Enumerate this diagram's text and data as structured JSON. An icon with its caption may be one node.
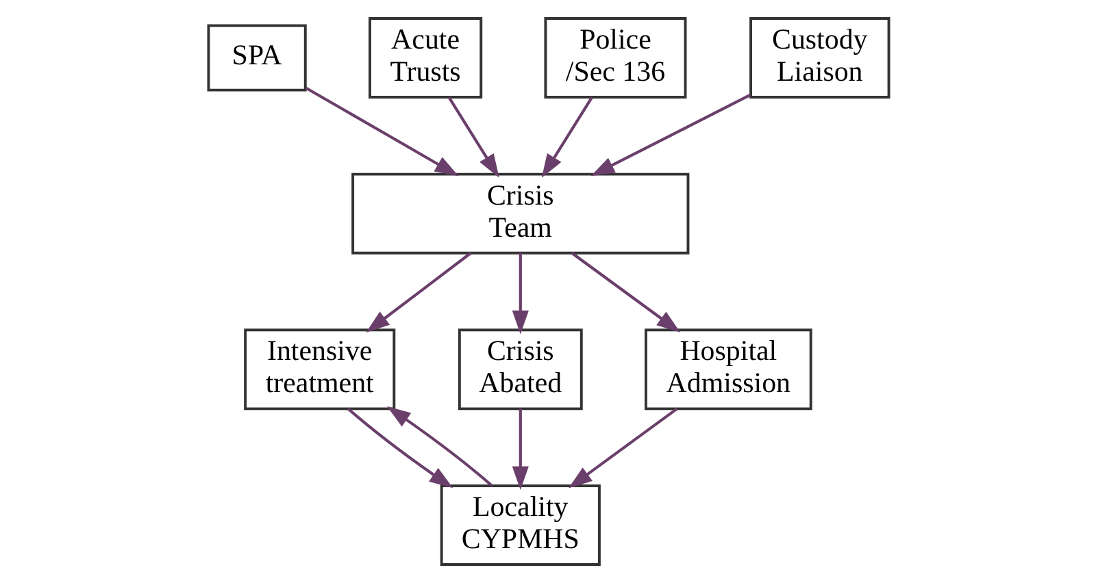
{
  "diagram": {
    "nodes": [
      {
        "text": [
          "SPA"
        ]
      },
      {
        "text": [
          "Acute Trusts"
        ]
      },
      {
        "text": [
          "Police /Sec 136"
        ]
      },
      {
        "text": [
          "Custody Liaison"
        ]
      },
      {
        "text": [
          "Crisis Team"
        ]
      },
      {
        "text": [
          "Intensive treatment"
        ]
      },
      {
        "text": [
          "Crisis Abated"
        ]
      },
      {
        "text": [
          "Hospital Admission"
        ]
      },
      {
        "text": [
          "Locality CYPMHS"
        ]
      }
    ],
    "edges": [
      {
        "from": 0,
        "to": 4,
        "arrow": "to"
      },
      {
        "from": 1,
        "to": 4,
        "arrow": "to"
      },
      {
        "from": 2,
        "to": 4,
        "arrow": "to"
      },
      {
        "from": 3,
        "to": 4,
        "arrow": "to"
      },
      {
        "from": 4,
        "to": 5,
        "arrow": "to"
      },
      {
        "from": 4,
        "to": 6,
        "arrow": "to"
      },
      {
        "from": 4,
        "to": 7,
        "arrow": "to"
      },
      {
        "from": 5,
        "to": 8,
        "arrow": "to"
      },
      {
        "from": 6,
        "to": 8,
        "arrow": "to"
      },
      {
        "from": 7,
        "to": 8,
        "arrow": "to"
      },
      {
        "from": 8,
        "to": 5,
        "arrow": "to"
      }
    ]
  }
}
